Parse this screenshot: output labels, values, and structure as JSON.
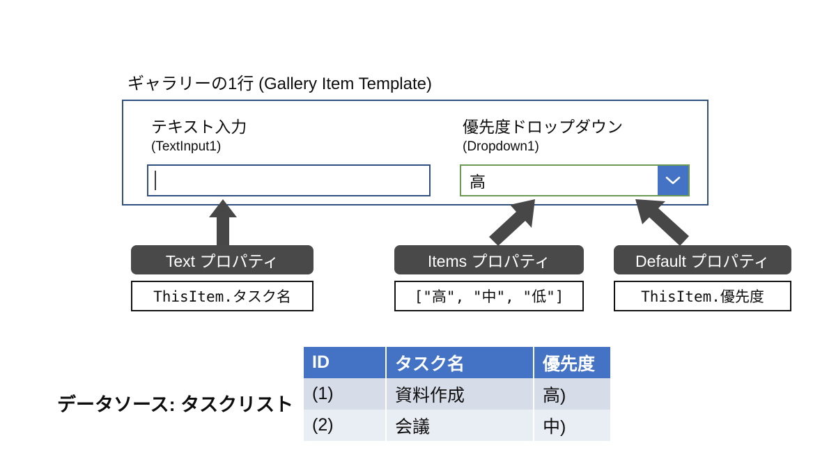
{
  "diagram": {
    "title": "ギャラリーの1行 (Gallery Item Template)"
  },
  "gallery_template": {
    "text_input": {
      "label_main": "テキスト入力",
      "label_sub": "(TextInput1)",
      "value": "",
      "border_color": "#2F4F81"
    },
    "dropdown": {
      "label_main": "優先度ドロップダウン",
      "label_sub": "(Dropdown1)",
      "selected_value": "高",
      "border_color": "#6A9A53",
      "button_color": "#4472C4",
      "chevron_icon": "chevron-down-icon"
    }
  },
  "annotations": [
    {
      "badge": "Text プロパティ",
      "formula": "ThisItem.タスク名",
      "arrow": "arrow-up"
    },
    {
      "badge": "Items プロパティ",
      "formula": "[\"高\", \"中\", \"低\"]",
      "arrow": "arrow-up-right"
    },
    {
      "badge": "Default プロパティ",
      "formula": "ThisItem.優先度",
      "arrow": "arrow-up-left"
    }
  ],
  "datasource": {
    "label": "データソース: タスクリスト",
    "table": {
      "headers": [
        "ID",
        "タスク名",
        "優先度"
      ],
      "rows": [
        [
          "(1)",
          "資料作成",
          "高)"
        ],
        [
          "(2)",
          "会議",
          "中)"
        ]
      ],
      "header_color": "#4472C4",
      "row_color_odd": "#D6DCE8",
      "row_color_even": "#E9EDF4"
    }
  },
  "colors": {
    "badge_bg": "#494949",
    "frame_border": "#2F4F81",
    "arrow_fill": "#474747"
  }
}
